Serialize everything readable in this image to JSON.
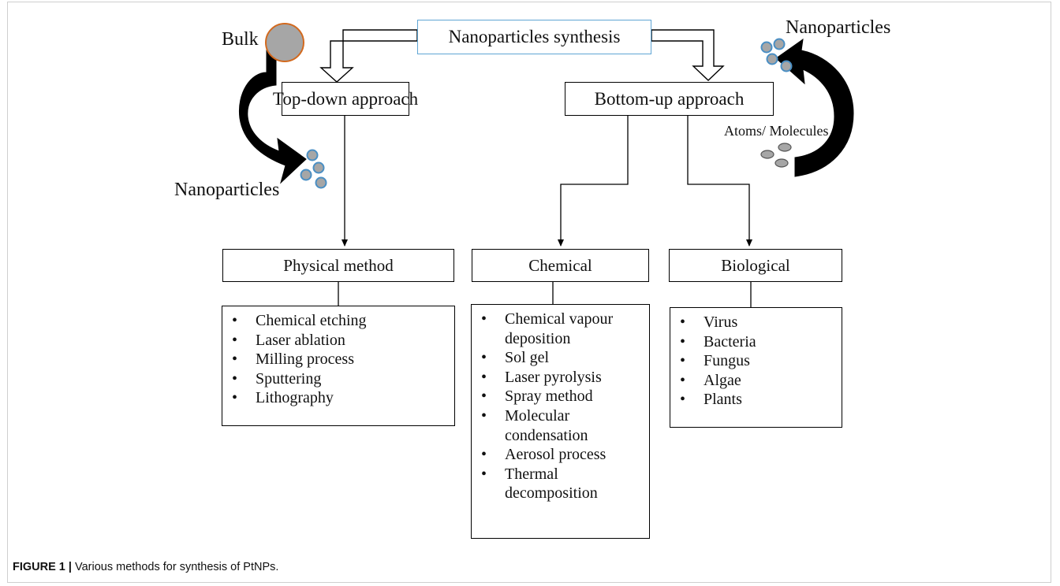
{
  "title": "Nanoparticles synthesis",
  "approaches": {
    "top_down": "Top-down approach",
    "bottom_up": "Bottom-up approach"
  },
  "icons_left": {
    "bulk_label": "Bulk",
    "nano_label": "Nanoparticles"
  },
  "icons_right": {
    "nano_label": "Nanoparticles",
    "atoms_label": "Atoms/ Molecules"
  },
  "methods": {
    "physical": {
      "title": "Physical method",
      "items": [
        "Chemical etching",
        "Laser ablation",
        "Milling process",
        "Sputtering",
        "Lithography"
      ]
    },
    "chemical": {
      "title": "Chemical",
      "items": [
        "Chemical vapour\ndeposition",
        "Sol gel",
        "Laser pyrolysis",
        "Spray method",
        "Molecular\ncondensation",
        "Aerosol process",
        "Thermal\ndecomposition"
      ]
    },
    "biological": {
      "title": "Biological",
      "items": [
        "Virus",
        "Bacteria",
        "Fungus",
        "Algae",
        "Plants"
      ]
    }
  },
  "caption": {
    "label": "FIGURE 1 |",
    "text": " Various methods for synthesis of PtNPs."
  },
  "colors": {
    "title_border": "#5fa5d4",
    "particle_fill": "#a6a6a6",
    "particle_stroke": "#4a8fc4",
    "bulk_stroke": "#d2691e"
  }
}
